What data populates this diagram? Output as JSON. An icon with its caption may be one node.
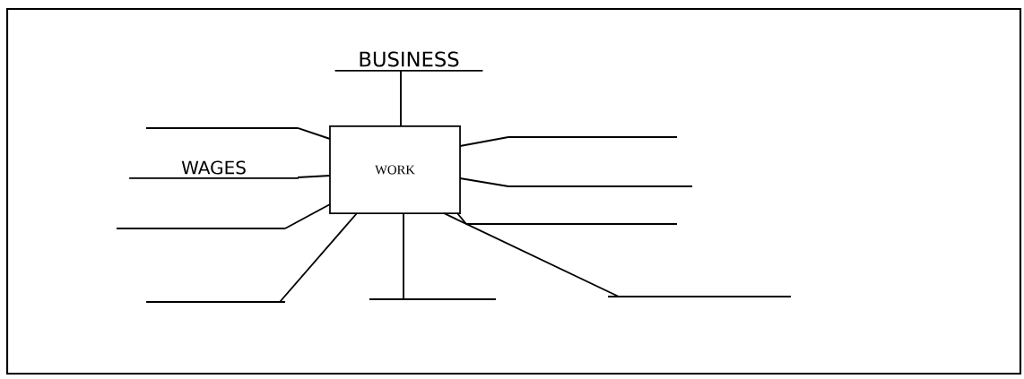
{
  "diagram": {
    "nodes": [
      {
        "text": [
          "BUSINESS"
        ]
      },
      {
        "text": [],
        "shape": "line"
      },
      {
        "text": [
          "WORK"
        ]
      },
      {
        "text": [],
        "shape": "line"
      },
      {
        "text": [
          "WAGES"
        ]
      },
      {
        "text": [],
        "shape": "line"
      },
      {
        "text": [],
        "shape": "line"
      },
      {
        "text": [],
        "shape": "line"
      },
      {
        "text": [],
        "shape": "line"
      },
      {
        "text": [],
        "shape": "line"
      },
      {
        "text": [],
        "shape": "line"
      }
    ],
    "edges": [
      {
        "from": 2,
        "to": 0,
        "arrow": "none"
      },
      {
        "from": 2,
        "to": 1,
        "arrow": "none"
      },
      {
        "from": 2,
        "to": 3,
        "arrow": "none"
      },
      {
        "from": 2,
        "to": 4,
        "arrow": "none"
      },
      {
        "from": 2,
        "to": 5,
        "arrow": "none"
      },
      {
        "from": 2,
        "to": 6,
        "arrow": "none"
      },
      {
        "from": 2,
        "to": 7,
        "arrow": "none"
      },
      {
        "from": 2,
        "to": 8,
        "arrow": "none"
      },
      {
        "from": 2,
        "to": 9,
        "arrow": "none"
      },
      {
        "from": 2,
        "to": 10,
        "arrow": "none"
      }
    ]
  }
}
